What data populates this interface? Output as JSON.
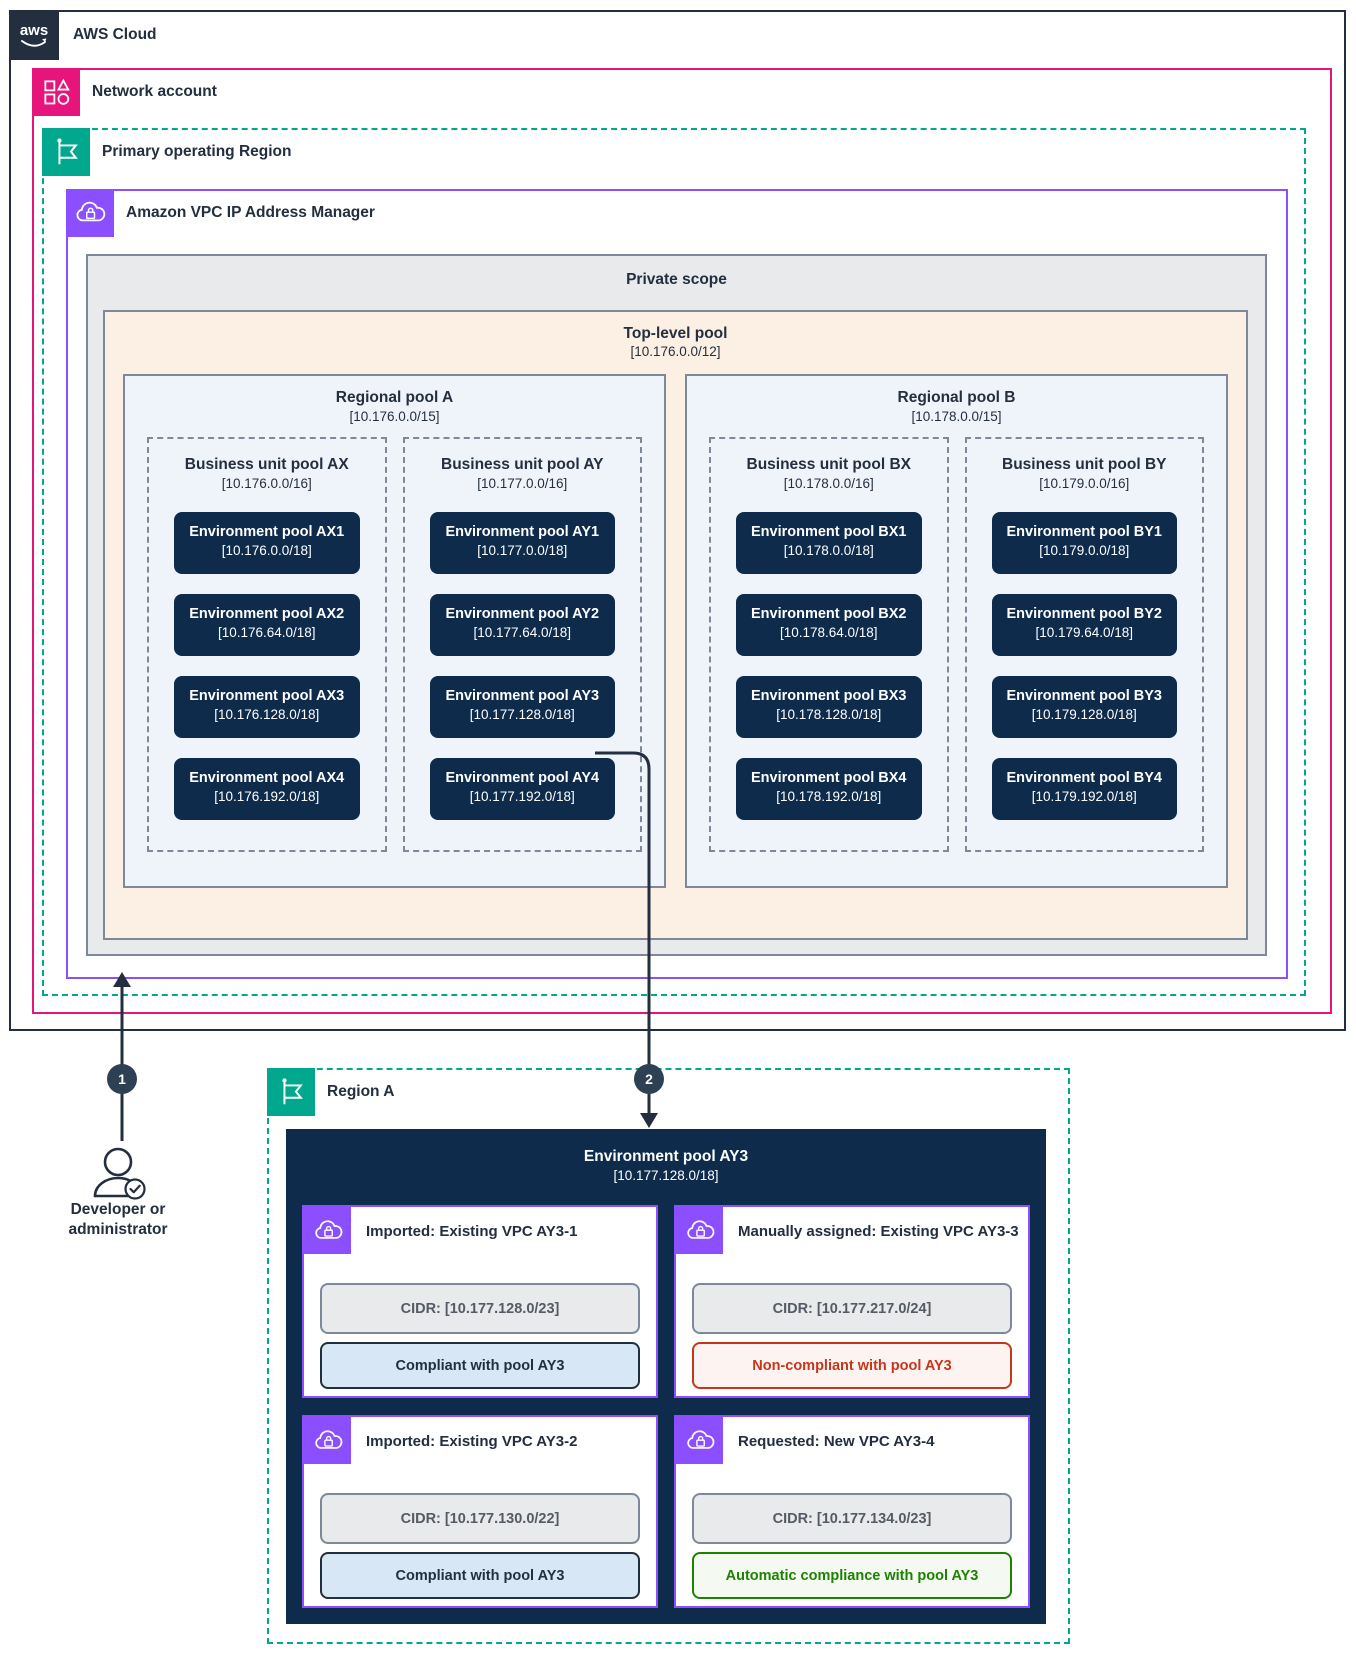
{
  "aws_cloud": {
    "label": "AWS Cloud",
    "logo": "aws"
  },
  "network_account": {
    "label": "Network account"
  },
  "primary_region": {
    "label": "Primary operating Region"
  },
  "ipam": {
    "label": "Amazon VPC IP Address Manager"
  },
  "private_scope": {
    "title": "Private scope"
  },
  "top_level_pool": {
    "title": "Top-level pool",
    "cidr": "[10.176.0.0/12]"
  },
  "regional_pools": [
    {
      "title": "Regional pool A",
      "cidr": "[10.176.0.0/15]",
      "business_units": [
        {
          "title": "Business unit pool AX",
          "cidr": "[10.176.0.0/16]",
          "environments": [
            {
              "title": "Environment pool AX1",
              "cidr": "[10.176.0.0/18]"
            },
            {
              "title": "Environment pool AX2",
              "cidr": "[10.176.64.0/18]"
            },
            {
              "title": "Environment pool AX3",
              "cidr": "[10.176.128.0/18]"
            },
            {
              "title": "Environment pool AX4",
              "cidr": "[10.176.192.0/18]"
            }
          ]
        },
        {
          "title": "Business unit pool AY",
          "cidr": "[10.177.0.0/16]",
          "environments": [
            {
              "title": "Environment pool AY1",
              "cidr": "[10.177.0.0/18]"
            },
            {
              "title": "Environment pool AY2",
              "cidr": "[10.177.64.0/18]"
            },
            {
              "title": "Environment pool AY3",
              "cidr": "[10.177.128.0/18]"
            },
            {
              "title": "Environment pool AY4",
              "cidr": "[10.177.192.0/18]"
            }
          ]
        }
      ]
    },
    {
      "title": "Regional pool B",
      "cidr": "[10.178.0.0/15]",
      "business_units": [
        {
          "title": "Business unit pool BX",
          "cidr": "[10.178.0.0/16]",
          "environments": [
            {
              "title": "Environment pool BX1",
              "cidr": "[10.178.0.0/18]"
            },
            {
              "title": "Environment pool BX2",
              "cidr": "[10.178.64.0/18]"
            },
            {
              "title": "Environment pool BX3",
              "cidr": "[10.178.128.0/18]"
            },
            {
              "title": "Environment pool BX4",
              "cidr": "[10.178.192.0/18]"
            }
          ]
        },
        {
          "title": "Business unit pool BY",
          "cidr": "[10.179.0.0/16]",
          "environments": [
            {
              "title": "Environment pool BY1",
              "cidr": "[10.179.0.0/18]"
            },
            {
              "title": "Environment pool BY2",
              "cidr": "[10.179.64.0/18]"
            },
            {
              "title": "Environment pool BY3",
              "cidr": "[10.179.128.0/18]"
            },
            {
              "title": "Environment pool BY4",
              "cidr": "[10.179.192.0/18]"
            }
          ]
        }
      ]
    }
  ],
  "badges": {
    "step1": "1",
    "step2": "2"
  },
  "actor": {
    "line1": "Developer or",
    "line2": "administrator"
  },
  "region_a": {
    "label": "Region A",
    "pool": {
      "title": "Environment pool AY3",
      "cidr": "[10.177.128.0/18]"
    },
    "vpcs": [
      {
        "title": "Imported: Existing VPC AY3-1",
        "cidr": "CIDR: [10.177.128.0/23]",
        "status": "Compliant with pool AY3"
      },
      {
        "title": "Manually assigned: Existing VPC AY3-3",
        "cidr": "CIDR: [10.177.217.0/24]",
        "status": "Non-compliant with pool AY3"
      },
      {
        "title": "Imported: Existing VPC AY3-2",
        "cidr": "CIDR: [10.177.130.0/22]",
        "status": "Compliant with pool AY3"
      },
      {
        "title": "Requested: New VPC AY3-4",
        "cidr": "CIDR: [10.177.134.0/23]",
        "status": "Automatic compliance with pool AY3"
      }
    ]
  },
  "colors": {
    "dark": "#232F3E",
    "pink": "#E7157B",
    "teal": "#01A88D",
    "purple": "#8C4FFF",
    "pool_navy": "#0E2B4C",
    "peach": "#FCEFE3",
    "gray_border": "#7D8998",
    "compliant_blue": "#D8E7F5",
    "noncompliant_red": "#C5361C",
    "auto_green": "#1D8102"
  }
}
